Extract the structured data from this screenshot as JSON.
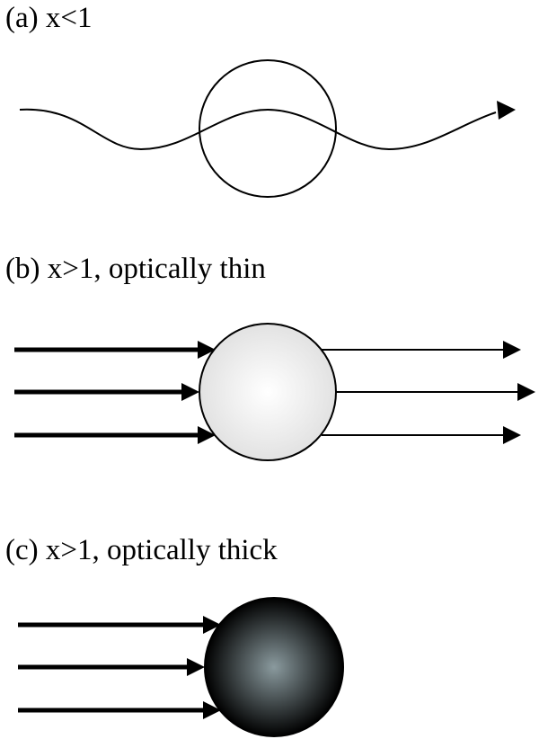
{
  "panels": [
    {
      "label": "(a) x<1"
    },
    {
      "label": "(b) x>1, optically thin"
    },
    {
      "label": "(c) x>1, optically thick"
    }
  ],
  "colors": {
    "ink": "#000000",
    "thin_sphere_center": "#ffffff",
    "thin_sphere_edge": "#e2e2e2",
    "thick_sphere_center": "#8a9a9e",
    "thick_sphere_edge": "#000000"
  }
}
